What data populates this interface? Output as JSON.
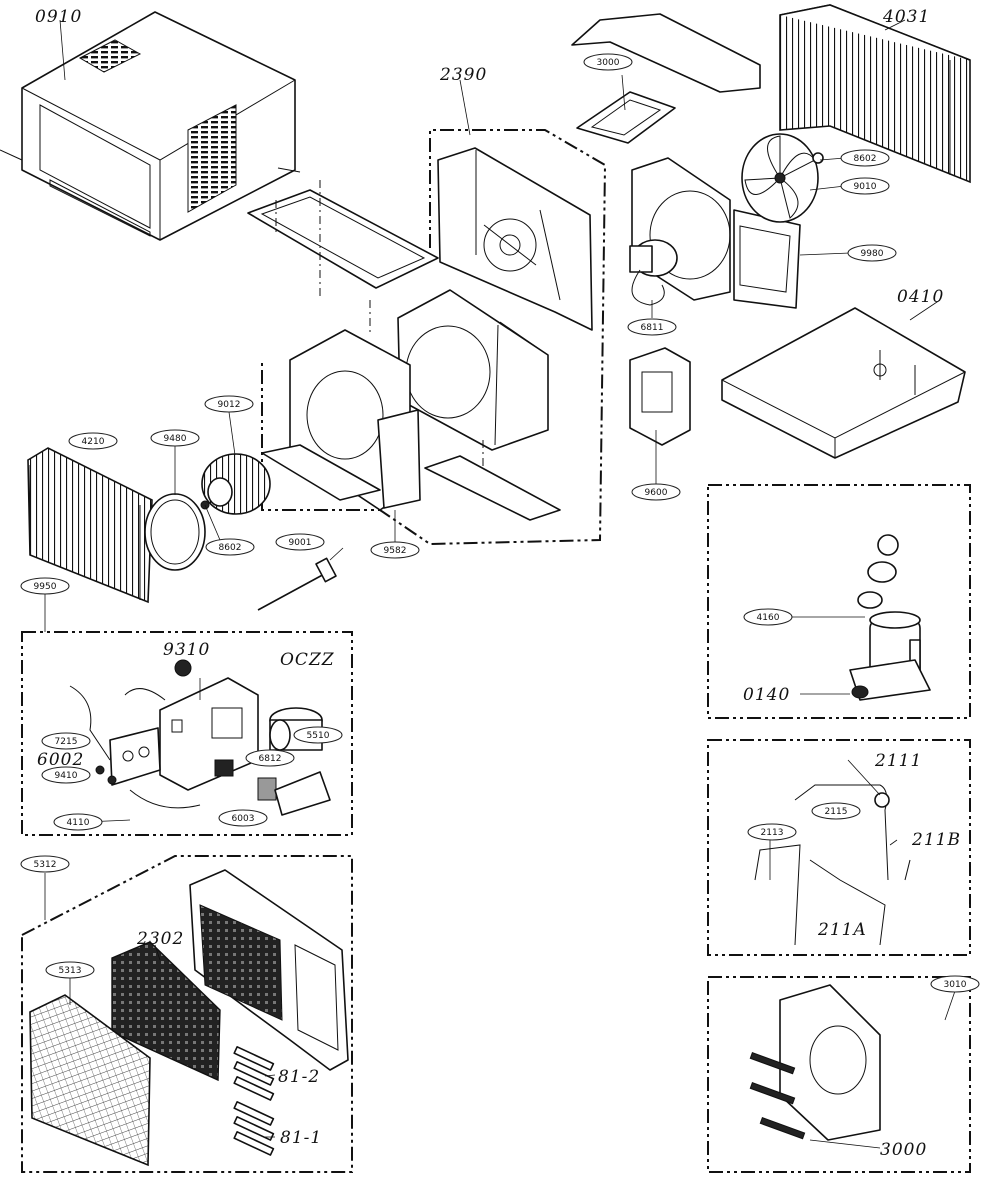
{
  "labels": {
    "l0910": "0910",
    "l2390": "2390",
    "l4031": "4031",
    "l0410": "0410",
    "l9310": "9310",
    "l0czz": "OCZZ",
    "l6002": "6002",
    "l0140": "0140",
    "l2111": "2111",
    "l211b": "211B",
    "l211a": "211A",
    "l2302": "2302",
    "l812": "81-2",
    "l811": "81-1",
    "l3000b": "3000"
  },
  "tags": {
    "t3000": "3000",
    "t8602a": "8602",
    "t9010": "9010",
    "t9980": "9980",
    "t6811": "6811",
    "t9600": "9600",
    "t9012": "9012",
    "t4210": "4210",
    "t9480": "9480",
    "t8602b": "8602",
    "t9001": "9001",
    "t9582": "9582",
    "t9950": "9950",
    "t7215": "7215",
    "t9410": "9410",
    "t4110": "4110",
    "t6812": "6812",
    "t5510": "5510",
    "t6003": "6003",
    "t4160": "4160",
    "t2115": "2115",
    "t2113": "2113",
    "t5312": "5312",
    "t5313": "5313",
    "t3010": "3010"
  }
}
